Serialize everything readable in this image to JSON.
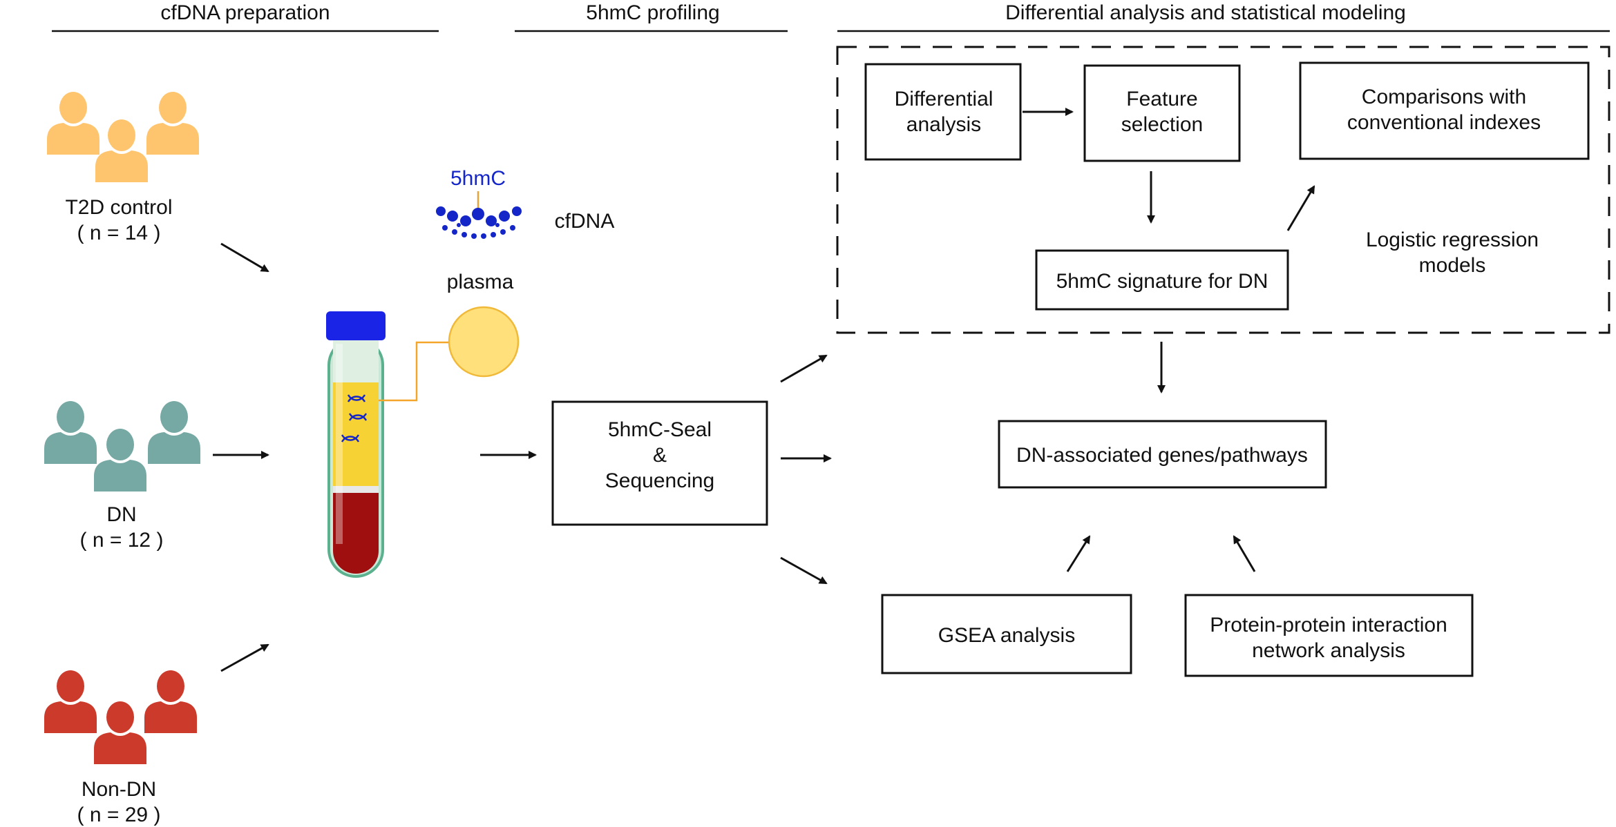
{
  "headers": {
    "prep": "cfDNA preparation",
    "profiling": "5hmC profiling",
    "analysis": "Differential analysis and statistical modeling"
  },
  "groups": [
    {
      "name": "T2D control",
      "count": "( n = 14 )",
      "color": "#FFC56E"
    },
    {
      "name": "DN",
      "count": "( n = 12 )",
      "color": "#76A8A4"
    },
    {
      "name": "Non-DN",
      "count": "( n = 29 )",
      "color": "#CC3A2C"
    }
  ],
  "tube": {
    "cap_color": "#1A24E6",
    "plasma_color": "#F7D234",
    "blood_color": "#A00F0F",
    "plasma_label": "plasma",
    "plasma_circle_color": "#FFE07A",
    "cfdna_label": "cfDNA",
    "mark_label": "5hmC",
    "dna_color": "#1426C8"
  },
  "boxes": {
    "seal": [
      "5hmC-Seal",
      "&",
      "Sequencing"
    ],
    "differential": [
      "Differential",
      "analysis"
    ],
    "feature": [
      "Feature",
      "selection"
    ],
    "comparisons": [
      "Comparisons with",
      "conventional indexes"
    ],
    "signature": "5hmC signature for DN",
    "genes": "DN-associated genes/pathways",
    "gsea": "GSEA analysis",
    "ppi": [
      "Protein-protein interaction",
      "network analysis"
    ]
  },
  "logistic_label": [
    "Logistic regression",
    "models"
  ]
}
